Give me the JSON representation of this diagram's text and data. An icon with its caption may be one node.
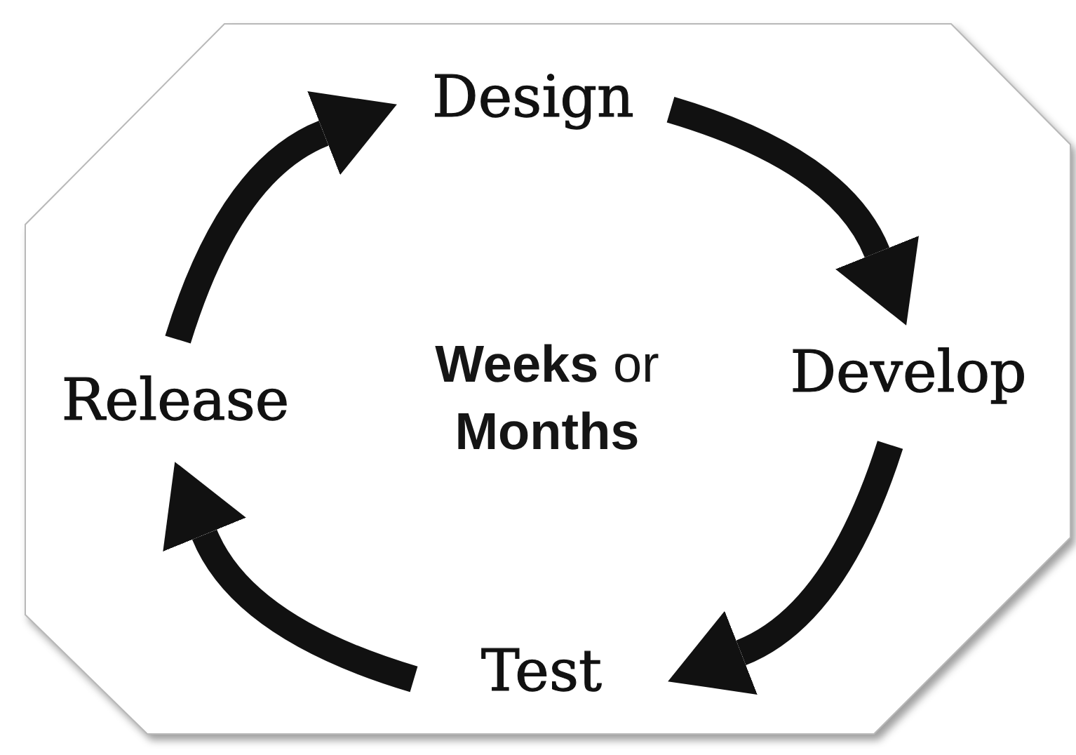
{
  "diagram": {
    "nodes": [
      {
        "text": [
          "Design"
        ]
      },
      {
        "text": [
          "Develop"
        ]
      },
      {
        "text": [
          "Test"
        ]
      },
      {
        "text": [
          "Release"
        ]
      }
    ],
    "edges": [
      {
        "from": 0,
        "to": 1,
        "arrow": "to"
      },
      {
        "from": 1,
        "to": 2,
        "arrow": "to"
      },
      {
        "from": 2,
        "to": 3,
        "arrow": "to"
      },
      {
        "from": 3,
        "to": 0,
        "arrow": "to"
      }
    ],
    "labels": [
      "**Weeks** or **Months**"
    ]
  }
}
